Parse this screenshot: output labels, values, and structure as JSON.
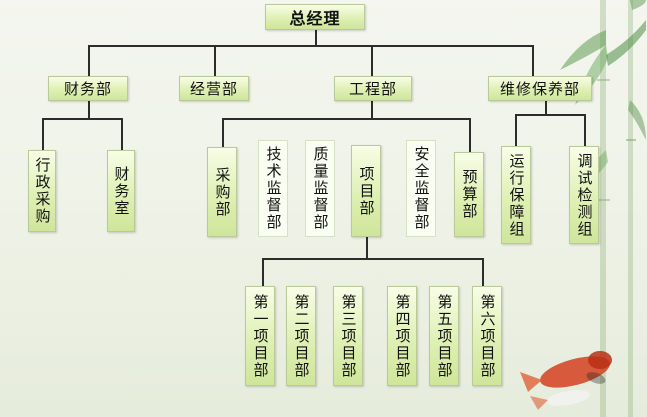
{
  "org": {
    "root": "总经理",
    "departments": [
      {
        "name": "财务部",
        "children": [
          "行政采购",
          "财务室"
        ]
      },
      {
        "name": "经营部"
      },
      {
        "name": "工程部",
        "children": [
          "采购部",
          "技术监督部",
          "质量监督部",
          "项目部",
          "安全监督部",
          "预算部"
        ]
      },
      {
        "name": "维修保养部",
        "children": [
          "运行保障组",
          "调试检测组"
        ]
      }
    ],
    "project_units": [
      "第一项目部",
      "第二项目部",
      "第三项目部",
      "第四项目部",
      "第五项目部",
      "第六项目部"
    ]
  },
  "colors": {
    "box_fill": "#dff0b4",
    "box_border": "#b9c99a",
    "connector": "#2c2c2c",
    "background": "#eef2e6",
    "fish": "#d2401f"
  },
  "decor": [
    "bamboo-image",
    "koi-fish-image"
  ]
}
